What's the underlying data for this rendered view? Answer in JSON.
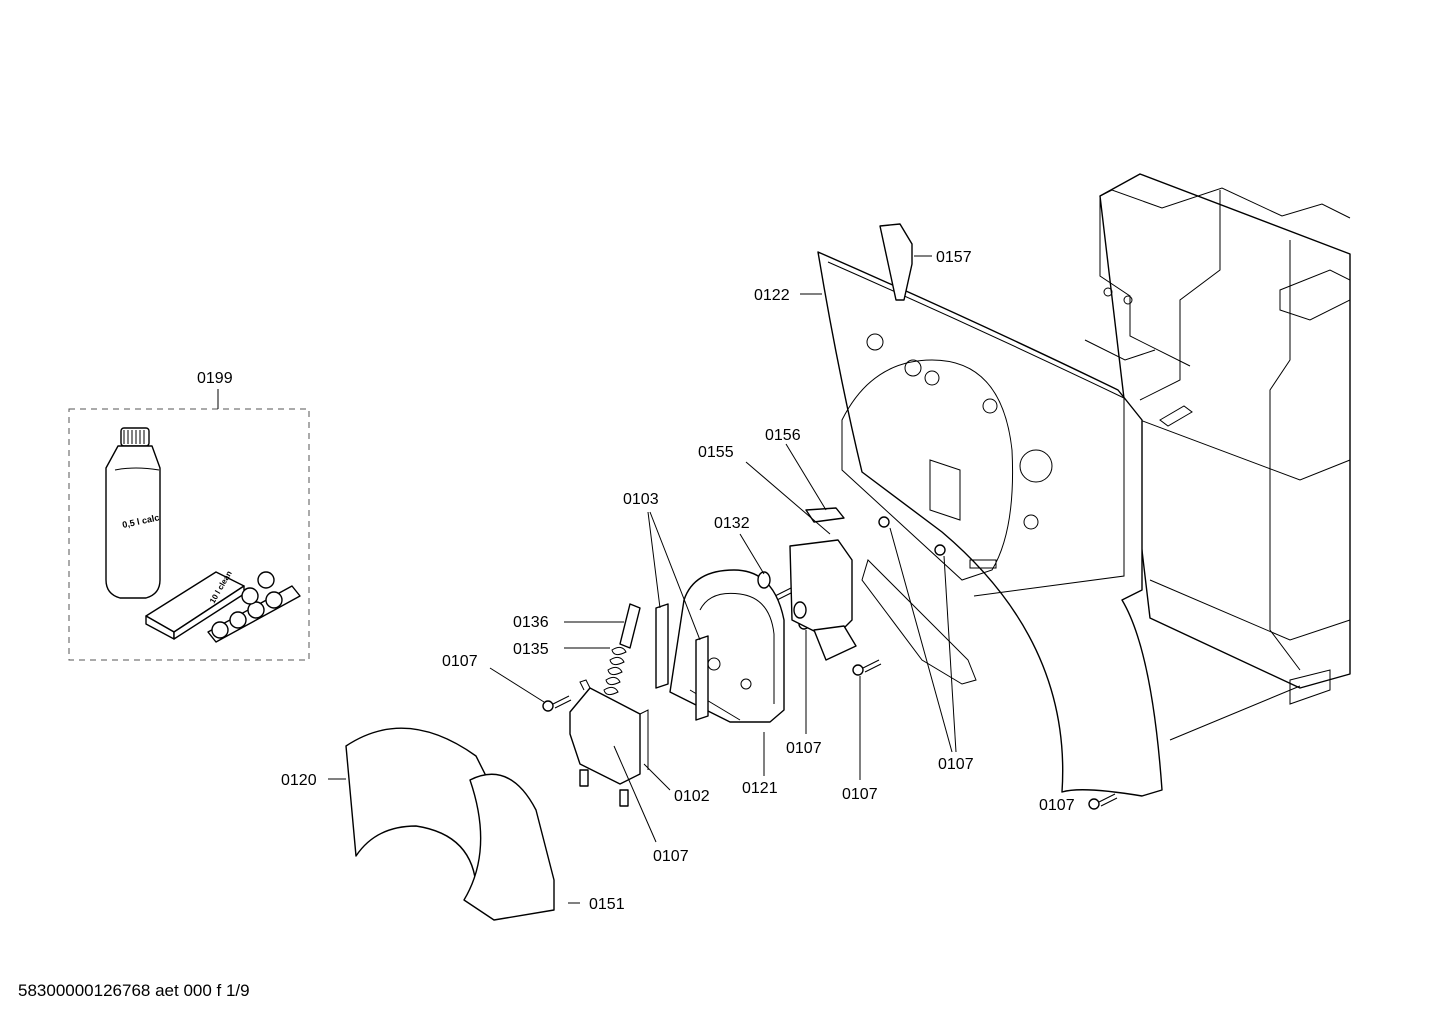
{
  "diagram": {
    "callouts": {
      "c0199": "0199",
      "c0157": "0157",
      "c0122": "0122",
      "c0156": "0156",
      "c0155": "0155",
      "c0103": "0103",
      "c0132": "0132",
      "c0136": "0136",
      "c0135": "0135",
      "c0107_a": "0107",
      "c0120": "0120",
      "c0102": "0102",
      "c0107_b": "0107",
      "c0121": "0121",
      "c0107_c": "0107",
      "c0107_d": "0107",
      "c0107_e": "0107",
      "c0107_f": "0107",
      "c0151": "0151"
    },
    "bottle_label": "0,5 l calc",
    "box_label": "10 l clean"
  },
  "footer": "58300000126768 aet 000 f 1/9"
}
